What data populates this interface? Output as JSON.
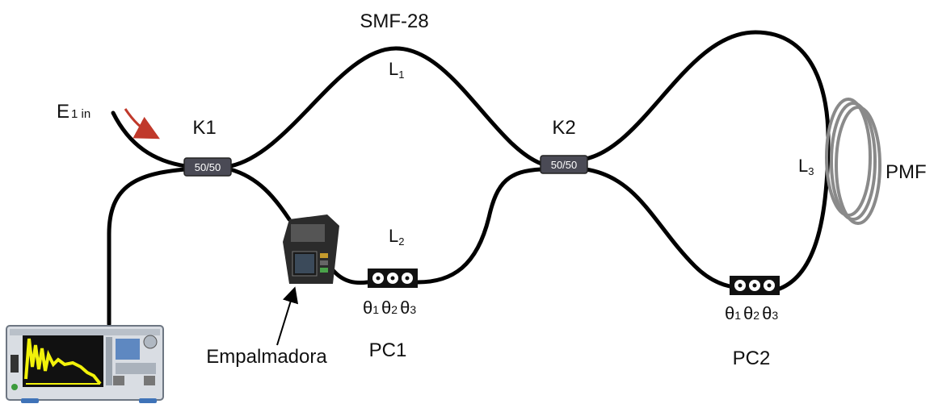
{
  "labels": {
    "smf": "SMF-28",
    "l1": "L",
    "l1_sub": "1",
    "l2": "L",
    "l2_sub": "2",
    "l3": "L",
    "l3_sub": "3",
    "e1": "E",
    "e1_sub": "1 in",
    "k1": "K1",
    "k2": "K2",
    "k1_ratio": "50/50",
    "k2_ratio": "50/50",
    "pmf": "PMF",
    "pc1": "PC1",
    "pc2": "PC2",
    "empalmadora": "Empalmadora",
    "theta": "θ",
    "t1": "1",
    "t2": "2",
    "t3": "3"
  },
  "colors": {
    "fiber": "#000000",
    "arrow": "#c0392b",
    "coupler": "#4a4a55",
    "pmf_coil": "#8a8a8a",
    "osa_body": "#d9dde3",
    "osa_trace": "#f2f20a"
  },
  "icons": {
    "osa": "optical-spectrum-analyzer-icon",
    "splicer": "fusion-splicer-icon",
    "pc": "polarization-controller-icon",
    "pmf": "fiber-coil-icon"
  }
}
